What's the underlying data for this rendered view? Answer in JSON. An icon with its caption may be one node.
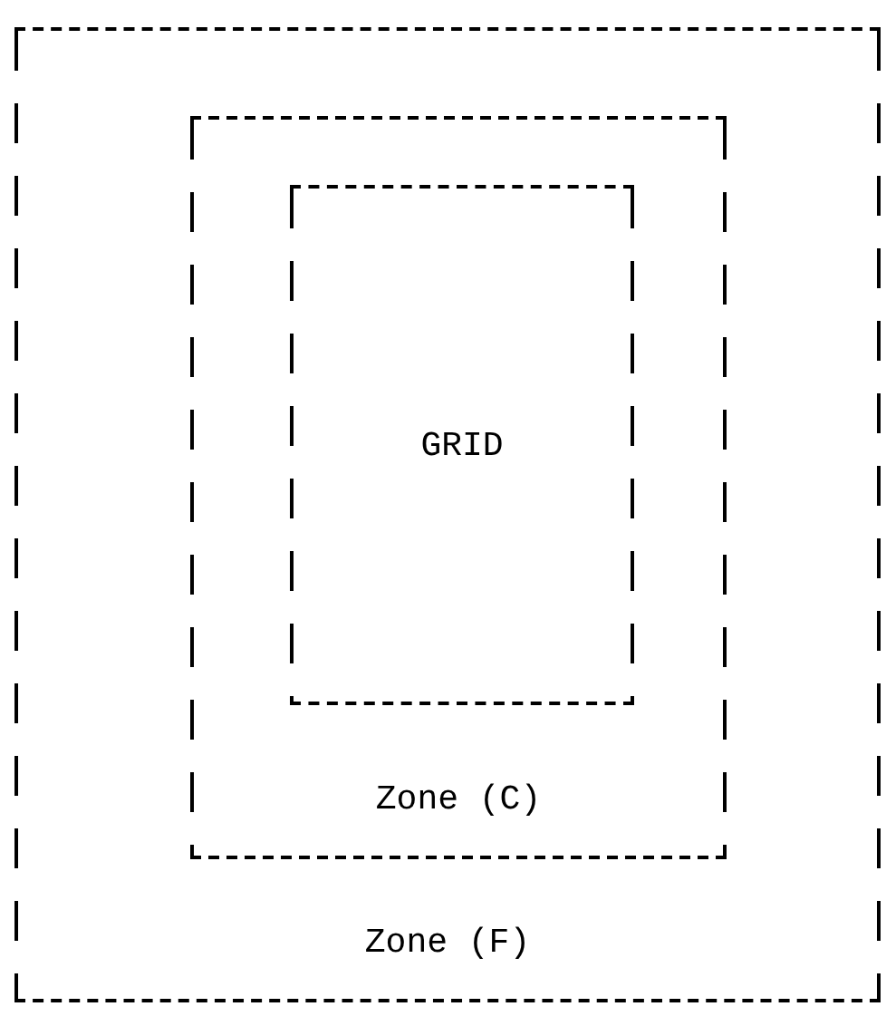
{
  "diagram": {
    "nodes": [
      {
        "text": [
          "Zone (F)"
        ]
      },
      {
        "text": [
          "Zone (C)"
        ],
        "in": 0
      },
      {
        "text": [
          "GRID"
        ],
        "in": 1
      }
    ]
  }
}
